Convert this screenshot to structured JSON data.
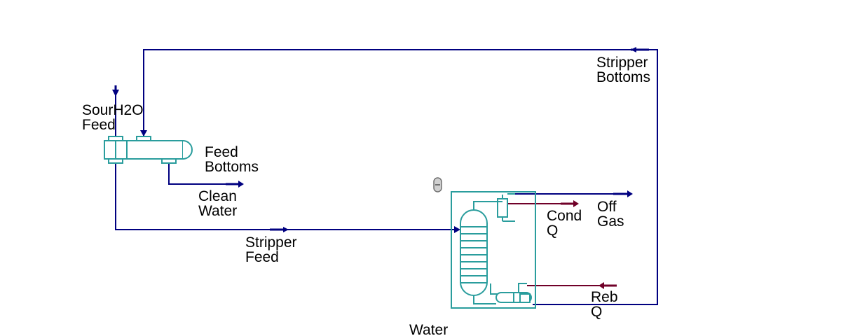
{
  "colors": {
    "material_stream": "#000080",
    "energy_stream": "#700028",
    "equipment": "#2a9d9d",
    "background": "#ffffff"
  },
  "labels": {
    "sour_feed": [
      "SourH2O",
      "Feed"
    ],
    "feed_bottoms": [
      "Feed",
      "Bottoms"
    ],
    "clean_water": [
      "Clean",
      "Water"
    ],
    "stripper_feed": [
      "Stripper",
      "Feed"
    ],
    "stripper_bottoms": [
      "Stripper",
      "Bottoms"
    ],
    "cond_q": [
      "Cond",
      "Q"
    ],
    "off_gas": [
      "Off",
      "Gas"
    ],
    "reb_q": [
      "Reb",
      "Q"
    ],
    "column": [
      "Water"
    ]
  },
  "icons": {
    "heat_exchanger": "shell-and-tube-exchanger-icon",
    "column": "distillation-column-icon",
    "condenser": "condenser-icon",
    "reboiler": "reboiler-icon",
    "stream_arrow": "flow-arrow-icon"
  }
}
